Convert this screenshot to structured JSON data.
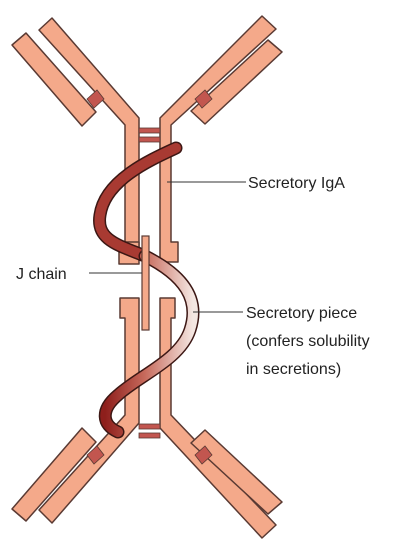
{
  "labels": {
    "secretory_iga": "Secretory IgA",
    "j_chain": "J chain",
    "secretory_piece_line1": "Secretory piece",
    "secretory_piece_line2": "(confers solubility",
    "secretory_piece_line3": "in secretions)"
  },
  "colors": {
    "chain_fill": "#f4a98a",
    "chain_stroke": "#5a3a33",
    "disulfide_bond": "#c2564f",
    "secretory_piece_dark": "#8e1f1c",
    "secretory_piece_light": "#f4e7e2",
    "leader_line": "#333333"
  }
}
